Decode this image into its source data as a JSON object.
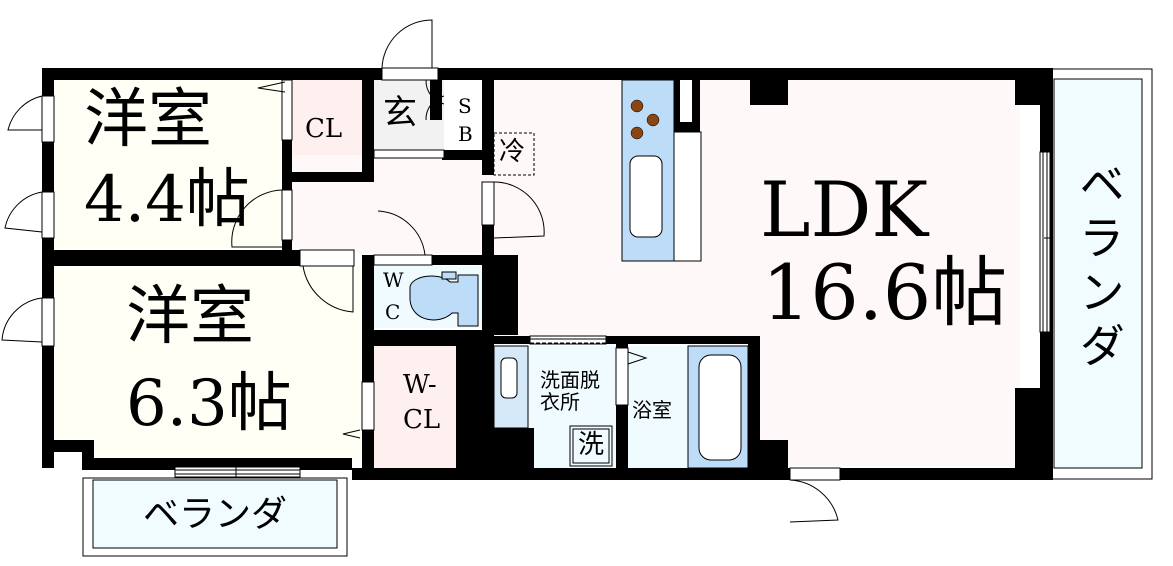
{
  "floorplan": {
    "colors": {
      "wall": "#000000",
      "western_room_floor": "#fffff5",
      "ldk_floor": "#fff8f8",
      "closet_floor": "#fff0f0",
      "wet_area_floor": "#f0fbff",
      "entrance_floor": "#f2f2f2",
      "fixture_blue": "#bcdcf8",
      "veranda_fill": "#f0fcff",
      "stove_burner": "#8b4513"
    },
    "rooms": {
      "western_room_1": {
        "name": "洋室",
        "size": "4.4帖"
      },
      "western_room_2": {
        "name": "洋室",
        "size": "6.3帖"
      },
      "ldk": {
        "name": "LDK",
        "size": "16.6帖"
      },
      "closet": {
        "label": "CL"
      },
      "walk_in_closet": {
        "line1": "W-",
        "line2": "CL"
      },
      "entrance": {
        "label": "玄"
      },
      "shoe_box": {
        "line1": "S",
        "line2": "B"
      },
      "refrigerator": {
        "label": "冷"
      },
      "toilet": {
        "line1": "W",
        "line2": "C"
      },
      "washroom": {
        "line1": "洗面脱",
        "line2": "衣所"
      },
      "washing_machine": {
        "label": "洗"
      },
      "bathroom": {
        "label": "浴室"
      },
      "veranda_east": {
        "label": "ベランダ"
      },
      "veranda_south": {
        "label": "ベランダ"
      }
    }
  }
}
